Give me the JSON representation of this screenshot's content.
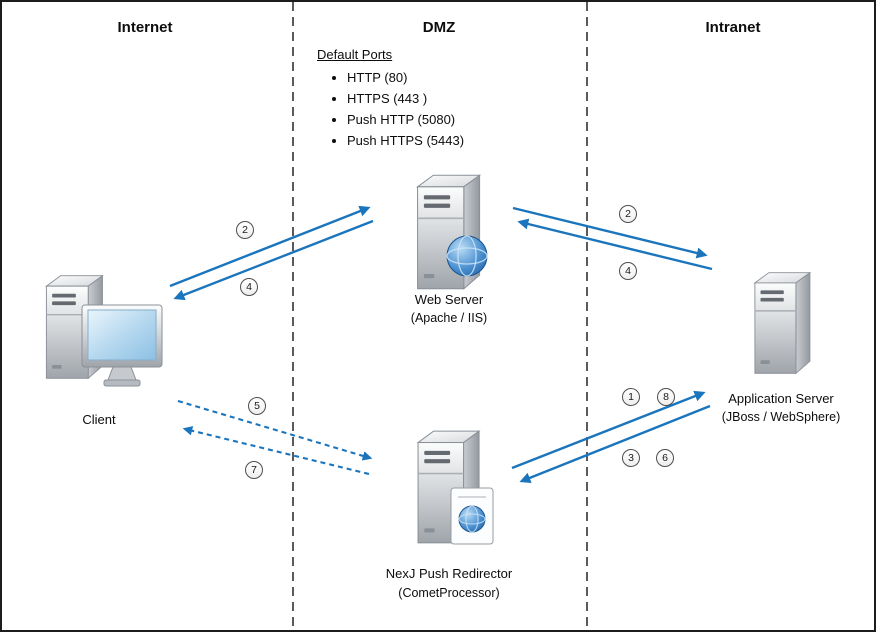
{
  "zones": {
    "internet": {
      "label": "Internet"
    },
    "dmz": {
      "label": "DMZ"
    },
    "intranet": {
      "label": "Intranet"
    }
  },
  "default_ports": {
    "title": "Default Ports",
    "items": [
      "HTTP (80)",
      "HTTPS (443 )",
      "Push HTTP (5080)",
      "Push HTTPS (5443)"
    ]
  },
  "nodes": {
    "client": {
      "label": "Client"
    },
    "web_server": {
      "label": "Web Server",
      "sublabel": "(Apache / IIS)"
    },
    "push_redirector": {
      "label": "NexJ Push Redirector",
      "sublabel": "(CometProcessor)"
    },
    "app_server": {
      "label": "Application Server",
      "sublabel": "(JBoss / WebSphere)"
    }
  },
  "flows": {
    "client_to_web": {
      "label": "2"
    },
    "web_to_client": {
      "label": "4"
    },
    "web_to_app": {
      "label": "2"
    },
    "app_to_web": {
      "label": "4"
    },
    "client_to_redirector": {
      "label": "5"
    },
    "redirector_to_client": {
      "label": "7"
    },
    "redirector_to_app_first": {
      "label": "1"
    },
    "redirector_to_app_second": {
      "label": "8"
    },
    "app_to_redirector_first": {
      "label": "3"
    },
    "app_to_redirector_second": {
      "label": "6"
    }
  },
  "colors": {
    "arrow": "#1B75BC",
    "divider": "#5a5a5a",
    "badge_border": "#4e4e4e"
  }
}
